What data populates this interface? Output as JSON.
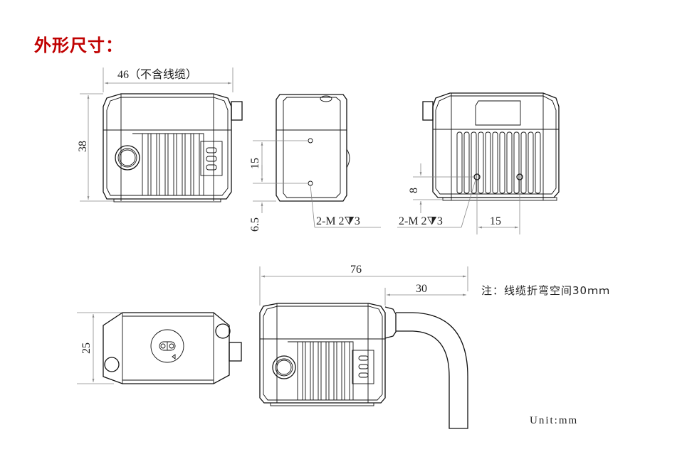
{
  "title": "外形尺寸：",
  "views": {
    "front": {
      "width_label": "46（不含线缆）",
      "height_label": "38"
    },
    "side": {
      "spacing_label": "15",
      "offset_label": "6.5",
      "hole_callout": "2-M 2⧩3"
    },
    "back": {
      "height_label": "8",
      "spacing_label": "15",
      "hole_callout": "2-M 2⧩3"
    },
    "bottom": {
      "height_label": "25"
    },
    "cable": {
      "total_label": "76",
      "bend_label": "30"
    }
  },
  "note": "注：线缆折弯空间30ｍｍ",
  "unit": "Unit:mm",
  "colors": {
    "title": "#c00000",
    "line": "#111111",
    "dimension": "#888888"
  }
}
